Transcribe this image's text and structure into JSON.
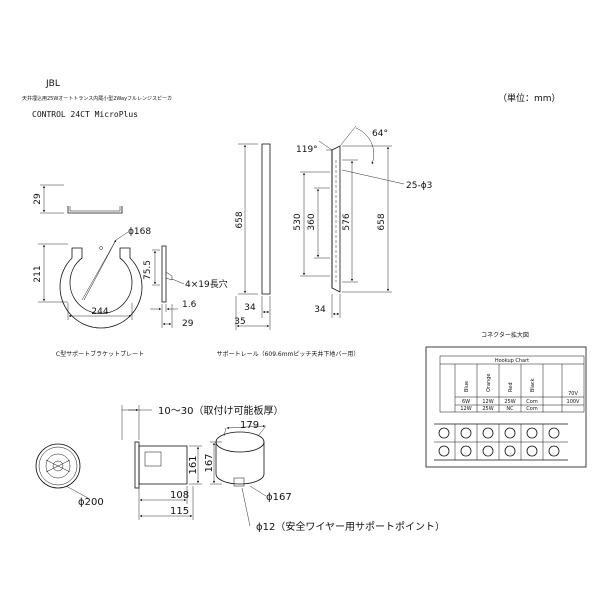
{
  "header": {
    "brand": "JBL",
    "description": "天井埋込用25Wオートトランス内蔵小型2Wayフルレンジスピーカ",
    "model": "CONTROL 24CT MicroPlus",
    "unit": "（単位：mm）"
  },
  "bracket": {
    "caption": "C型サポートブラケットプレート",
    "dims": {
      "height_top": "29",
      "height_side": "211",
      "width": "244",
      "diameter": "ϕ168",
      "slot": "4×19長穴",
      "offset": "75.5",
      "thickness": "1.6",
      "depth": "29"
    }
  },
  "rail": {
    "caption": "サポートレール（609.6mmピッチ天井下地バー用）",
    "dims": {
      "length": "658",
      "width_front": "34",
      "width_bottom": "35",
      "inner_530": "530",
      "inner_360": "360",
      "inner_576": "576",
      "outer_658": "658",
      "width_side": "34",
      "angle_119": "119°",
      "angle_64": "64°",
      "holes": "25-ϕ3"
    }
  },
  "connector": {
    "caption": "コネクター拡大図",
    "chart_title": "Hookup Chart",
    "columns": [
      "Blue",
      "Orange",
      "Red",
      "Black"
    ],
    "row1": [
      "6W",
      "12W",
      "25W",
      "Com",
      "70V"
    ],
    "row2": [
      "12W",
      "25W",
      "NC",
      "Com",
      "100V"
    ]
  },
  "speaker": {
    "thickness_label": "10～30（取付け可能板厚）",
    "diameter_front": "ϕ200",
    "depth_108": "108",
    "depth_115": "115",
    "height_161": "161",
    "height_167": "167",
    "width_179": "179",
    "diameter_167": "ϕ167",
    "safety_point": "ϕ12（安全ワイヤー用サポートポイント）"
  }
}
